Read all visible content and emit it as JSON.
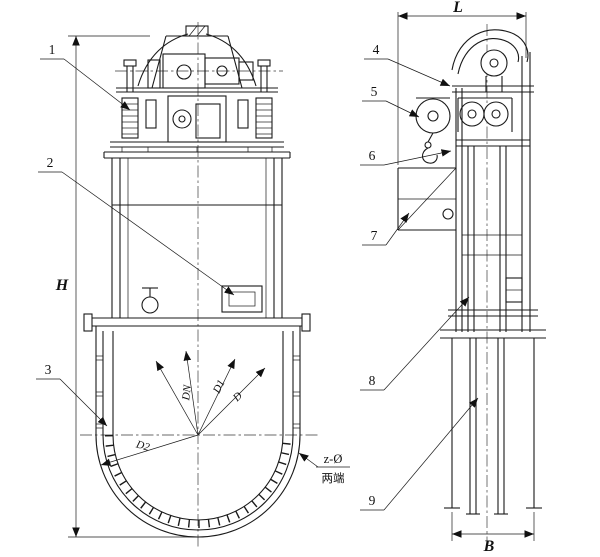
{
  "drawing": {
    "callouts": {
      "c1": "1",
      "c2": "2",
      "c3": "3",
      "c4": "4",
      "c5": "5",
      "c6": "6",
      "c7": "7",
      "c8": "8",
      "c9": "9"
    },
    "dimensions": {
      "overall_height": "H",
      "overall_length": "L",
      "base_width": "B"
    },
    "diameters": {
      "dn": "DN",
      "d1": "D1",
      "d": "D",
      "d2": "D2"
    },
    "notes": {
      "bolt_holes": "z-Ø",
      "bolt_holes_sub": "两端"
    }
  }
}
